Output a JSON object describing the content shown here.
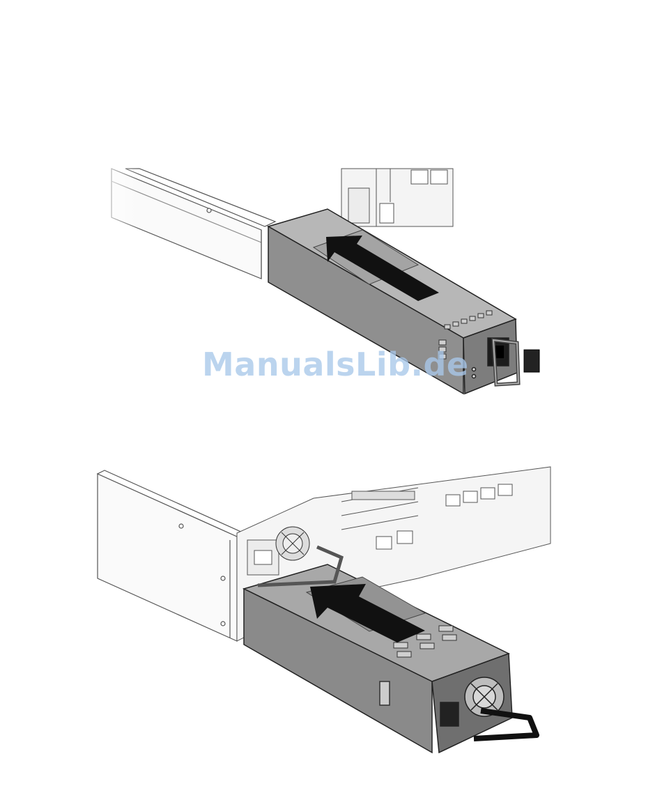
{
  "watermark": {
    "text": "ManualsLib.de",
    "color": "#a9c8ea"
  },
  "figures": [
    {
      "name": "insert-power-supply-front-view",
      "arrow_color": "#111111",
      "body_color": "#8f8f8f"
    },
    {
      "name": "insert-power-supply-rear-view",
      "arrow_color": "#111111",
      "body_color": "#8a8a8a"
    }
  ]
}
